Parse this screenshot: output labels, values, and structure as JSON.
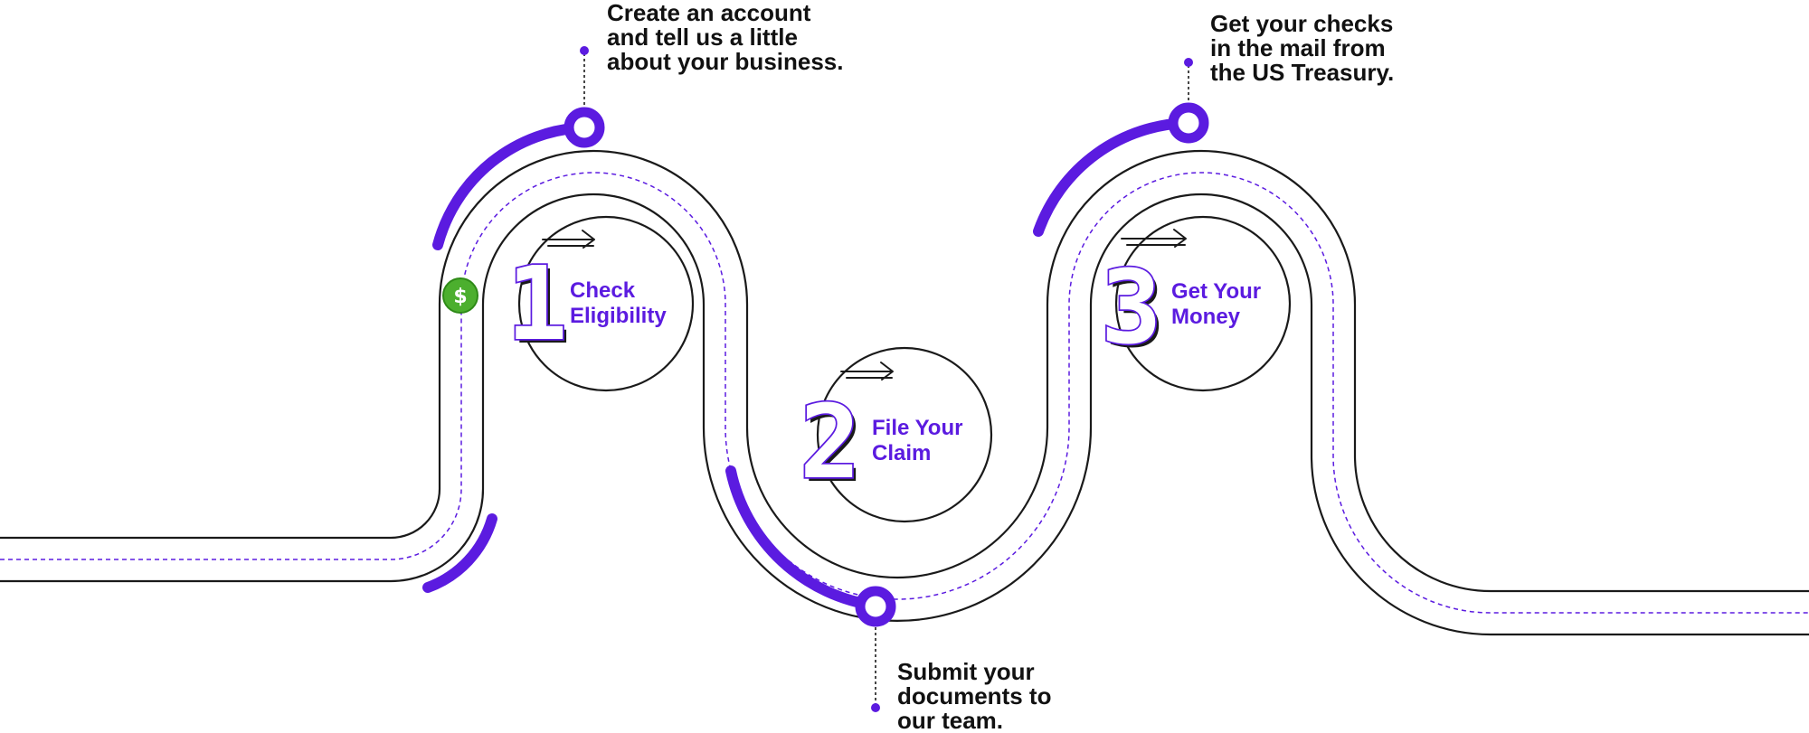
{
  "steps": [
    {
      "number": "1",
      "label_line1": "Check",
      "label_line2": "Eligibility"
    },
    {
      "number": "2",
      "label_line1": "File Your",
      "label_line2": "Claim"
    },
    {
      "number": "3",
      "label_line1": "Get Your",
      "label_line2": "Money"
    }
  ],
  "callouts": [
    {
      "line1": "Create an account",
      "line2": "and tell us a little",
      "line3": "about your business."
    },
    {
      "line1": "Submit your",
      "line2": "documents to",
      "line3": "our team."
    },
    {
      "line1": "Get your checks",
      "line2": "in the mail from",
      "line3": "the US Treasury."
    }
  ],
  "coin": {
    "glyph": "$",
    "icon": "dollar-coin-icon",
    "color": "#4caf2e"
  },
  "colors": {
    "accent": "#5b1be0",
    "ink": "#1a1a1a",
    "background": "#ffffff"
  }
}
